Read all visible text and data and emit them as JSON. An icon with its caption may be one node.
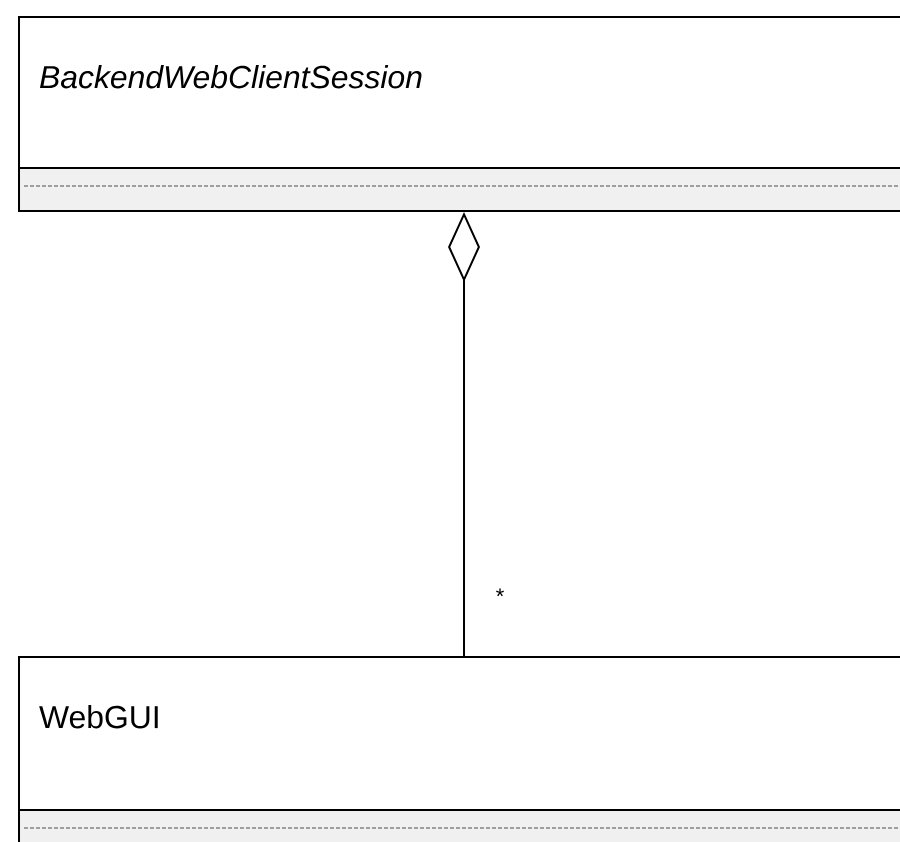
{
  "diagram": {
    "nodes": [
      {
        "text": [
          "BackendWebClientSession"
        ]
      },
      {
        "text": [
          "WebGUI"
        ]
      }
    ],
    "edges": [
      {
        "from": 0,
        "to": 1,
        "arrow": "other",
        "label": "*"
      }
    ]
  }
}
